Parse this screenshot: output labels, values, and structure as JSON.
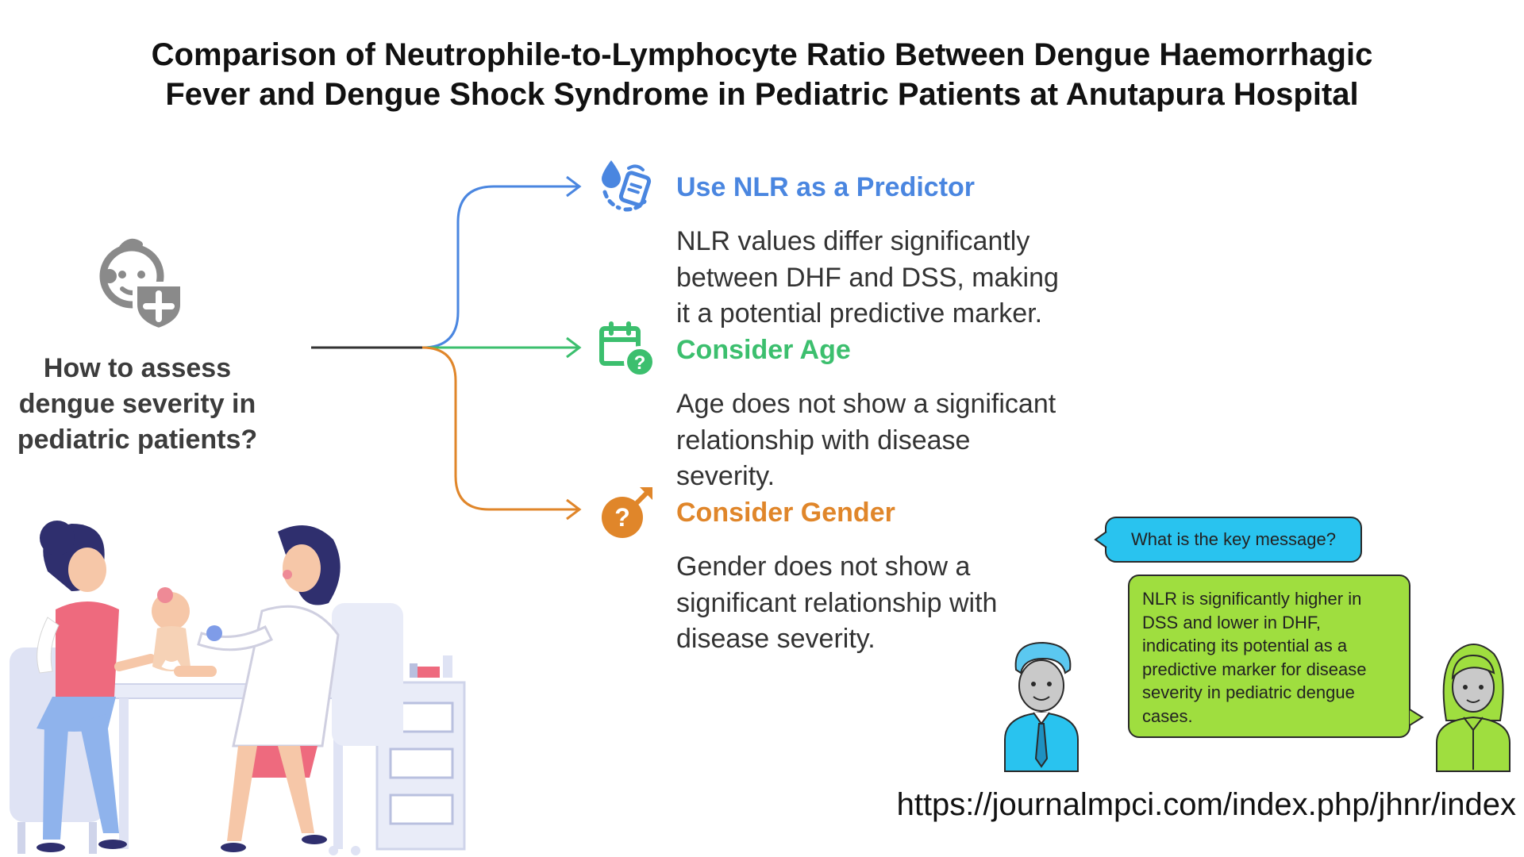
{
  "title": {
    "line1": "Comparison of Neutrophile-to-Lymphocyte Ratio Between Dengue Haemorrhagic",
    "line2": "Fever and Dengue Shock Syndrome in Pediatric Patients at Anutapura Hospital"
  },
  "question": {
    "line1": "How to assess",
    "line2": "dengue severity in",
    "line3": "pediatric patients?"
  },
  "options": [
    {
      "heading": "Use NLR as a Predictor",
      "color": "#4a86e0",
      "icon": "blood-drop-test-icon",
      "body": [
        "NLR values differ significantly",
        "between DHF and DSS, making",
        "it a potential predictive marker."
      ]
    },
    {
      "heading": "Consider Age",
      "color": "#3cbf6e",
      "icon": "calendar-question-icon",
      "body": [
        "Age does not show a significant",
        "relationship with disease",
        "severity."
      ]
    },
    {
      "heading": "Consider Gender",
      "color": "#e0862a",
      "icon": "gender-question-icon",
      "body": [
        "Gender does not show a",
        "significant relationship with",
        "disease severity."
      ]
    }
  ],
  "chat": {
    "question": "What is the key message?",
    "answer": [
      "NLR is significantly higher in",
      "DSS and lower in DHF,",
      "indicating its potential as a",
      "predictive marker for disease",
      "severity in pediatric dengue",
      "cases."
    ],
    "question_color": "#29c3ef",
    "answer_color": "#9fde3f"
  },
  "url": "https://journalmpci.com/index.php/jhnr/index"
}
